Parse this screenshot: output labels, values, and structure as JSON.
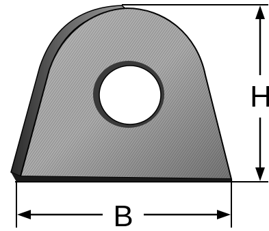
{
  "figure": {
    "subject": "mounting-tab-with-hole",
    "dimensions": [
      {
        "label": "H",
        "orientation": "vertical"
      },
      {
        "label": "B",
        "orientation": "horizontal"
      }
    ]
  },
  "colors": {
    "background": "#ffffff",
    "ink": "#000000",
    "metal_light": "#bdbdbd",
    "metal_mid": "#8a8a8a",
    "metal_dark": "#3a3a3a"
  }
}
